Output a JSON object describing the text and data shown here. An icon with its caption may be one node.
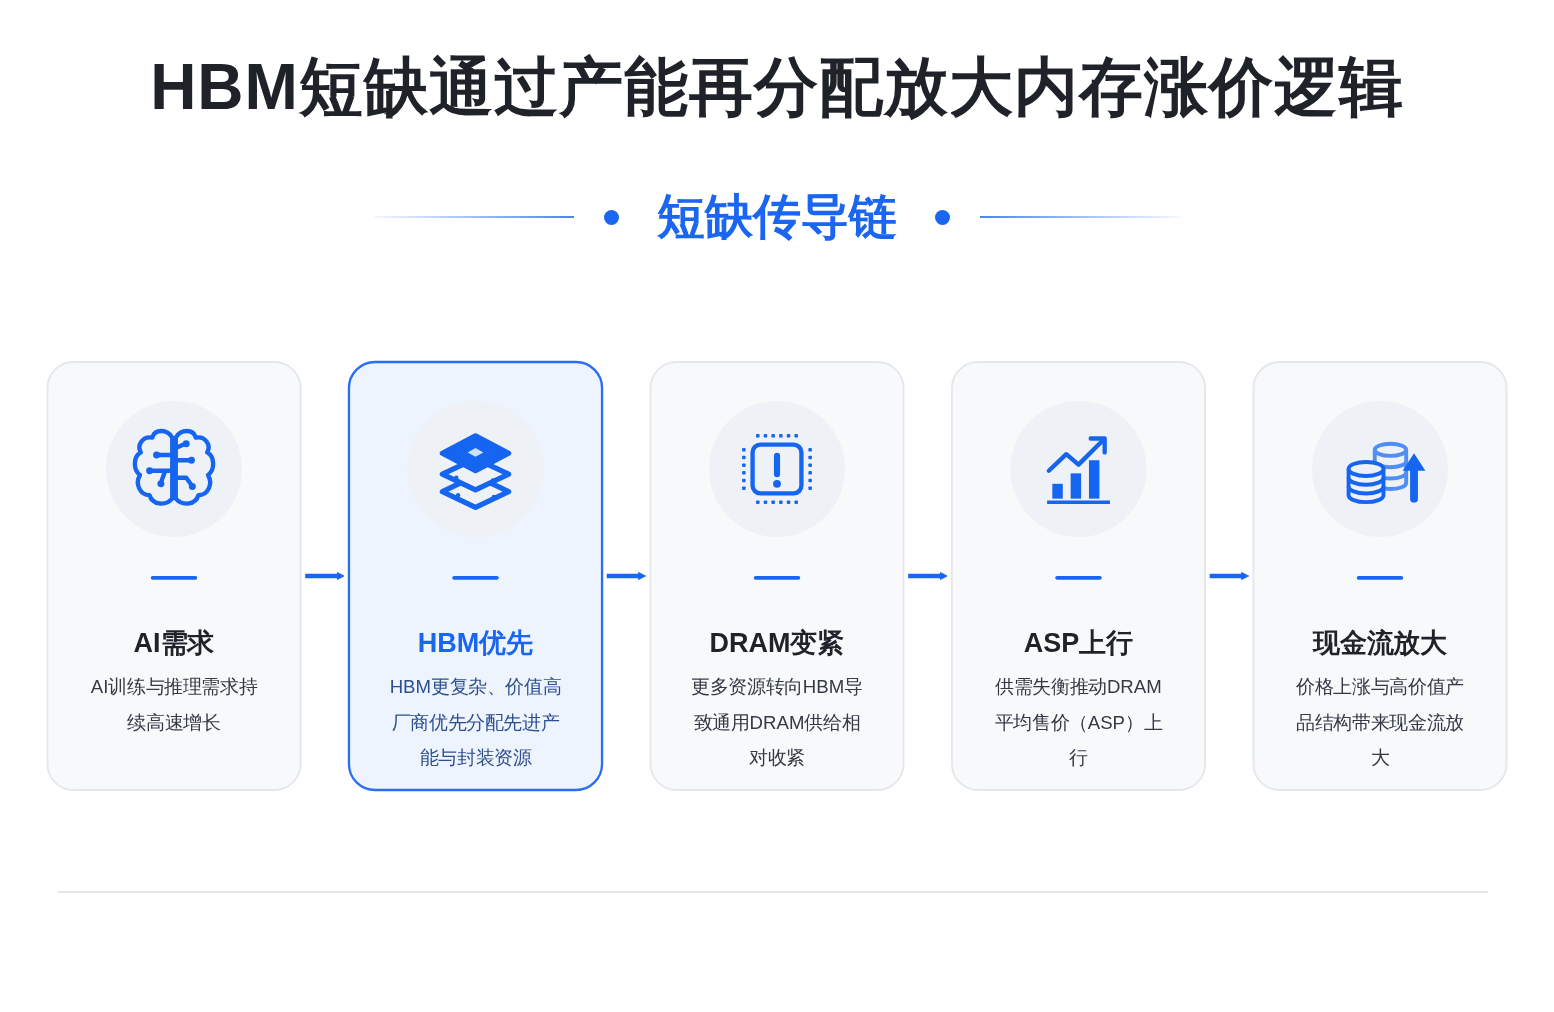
{
  "diagram": {
    "title": "HBM短缺通过产能再分配放大内存涨价逻辑",
    "nodes": [
      {
        "text": [
          "AI需求",
          "AI训练与推理需求持续高速增长"
        ]
      },
      {
        "text": [
          "HBM优先",
          "HBM更复杂、价值高厂商优先分配先进产能与封装资源"
        ]
      },
      {
        "text": [
          "DRAM变紧",
          "更多资源转向HBM导致通用DRAM供给相对收紧"
        ]
      },
      {
        "text": [
          "ASP上行",
          "供需失衡推动DRAM平均售价（ASP）上行"
        ]
      },
      {
        "text": [
          "现金流放大",
          "价格上涨与高价值产品结构带来现金流放大"
        ]
      }
    ],
    "edges": [
      {
        "from": 0,
        "to": 1,
        "arrow": "to"
      },
      {
        "from": 1,
        "to": 2,
        "arrow": "to"
      },
      {
        "from": 2,
        "to": 3,
        "arrow": "to"
      },
      {
        "from": 3,
        "to": 4,
        "arrow": "to"
      }
    ],
    "labels": [
      "短缺传导链"
    ]
  }
}
